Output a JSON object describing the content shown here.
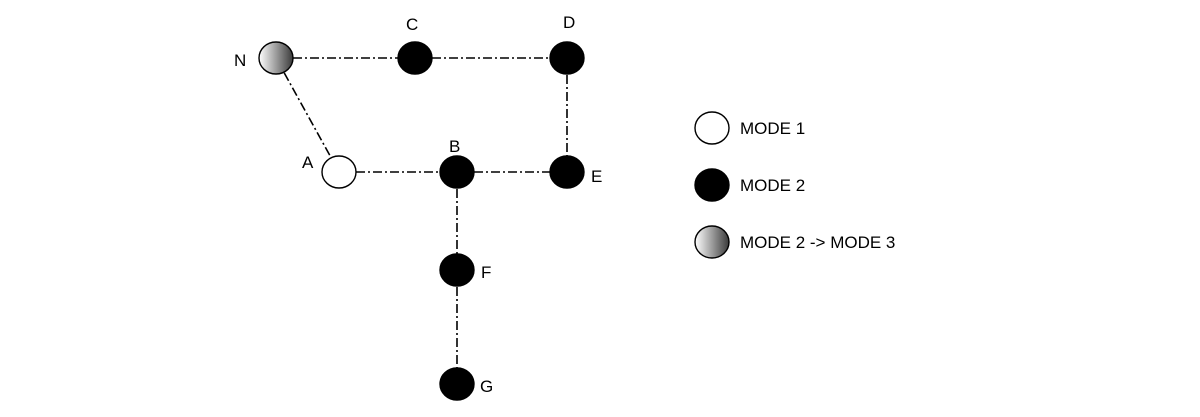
{
  "colors": {
    "mode1_fill": "#ffffff",
    "mode2_fill": "#000000",
    "mode3_gradient_start": "#ffffff",
    "mode3_gradient_end": "#3a3a3a",
    "stroke": "#000000"
  },
  "nodes": [
    {
      "id": "N",
      "label": "N",
      "mode": "mode3"
    },
    {
      "id": "C",
      "label": "C",
      "mode": "mode2"
    },
    {
      "id": "D",
      "label": "D",
      "mode": "mode2"
    },
    {
      "id": "A",
      "label": "A",
      "mode": "mode1"
    },
    {
      "id": "B",
      "label": "B",
      "mode": "mode2"
    },
    {
      "id": "E",
      "label": "E",
      "mode": "mode2"
    },
    {
      "id": "F",
      "label": "F",
      "mode": "mode2"
    },
    {
      "id": "G",
      "label": "G",
      "mode": "mode2"
    }
  ],
  "edges": [
    {
      "from": "N",
      "to": "C"
    },
    {
      "from": "C",
      "to": "D"
    },
    {
      "from": "N",
      "to": "A"
    },
    {
      "from": "D",
      "to": "E"
    },
    {
      "from": "A",
      "to": "B"
    },
    {
      "from": "B",
      "to": "E"
    },
    {
      "from": "B",
      "to": "F"
    },
    {
      "from": "F",
      "to": "G"
    }
  ],
  "legend": [
    {
      "mode": "mode1",
      "label": "MODE 1"
    },
    {
      "mode": "mode2",
      "label": "MODE 2"
    },
    {
      "mode": "mode3",
      "label": "MODE 2 -> MODE 3"
    }
  ]
}
